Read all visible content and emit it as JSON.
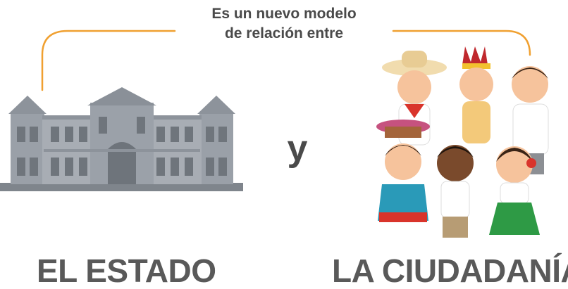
{
  "headline": {
    "line1": "Es un nuevo modelo",
    "line2": "de relación entre"
  },
  "conjunction": "y",
  "left_label": "EL ESTADO",
  "right_label": "LA CIUDADANÍA",
  "icons": {
    "left": "government-palace-icon",
    "right": "diverse-citizens-icon"
  },
  "colors": {
    "connector": "#f0a030",
    "text_dark": "#4a4a4a",
    "label_gray": "#595959",
    "building_gray": "#9aa0a8"
  }
}
